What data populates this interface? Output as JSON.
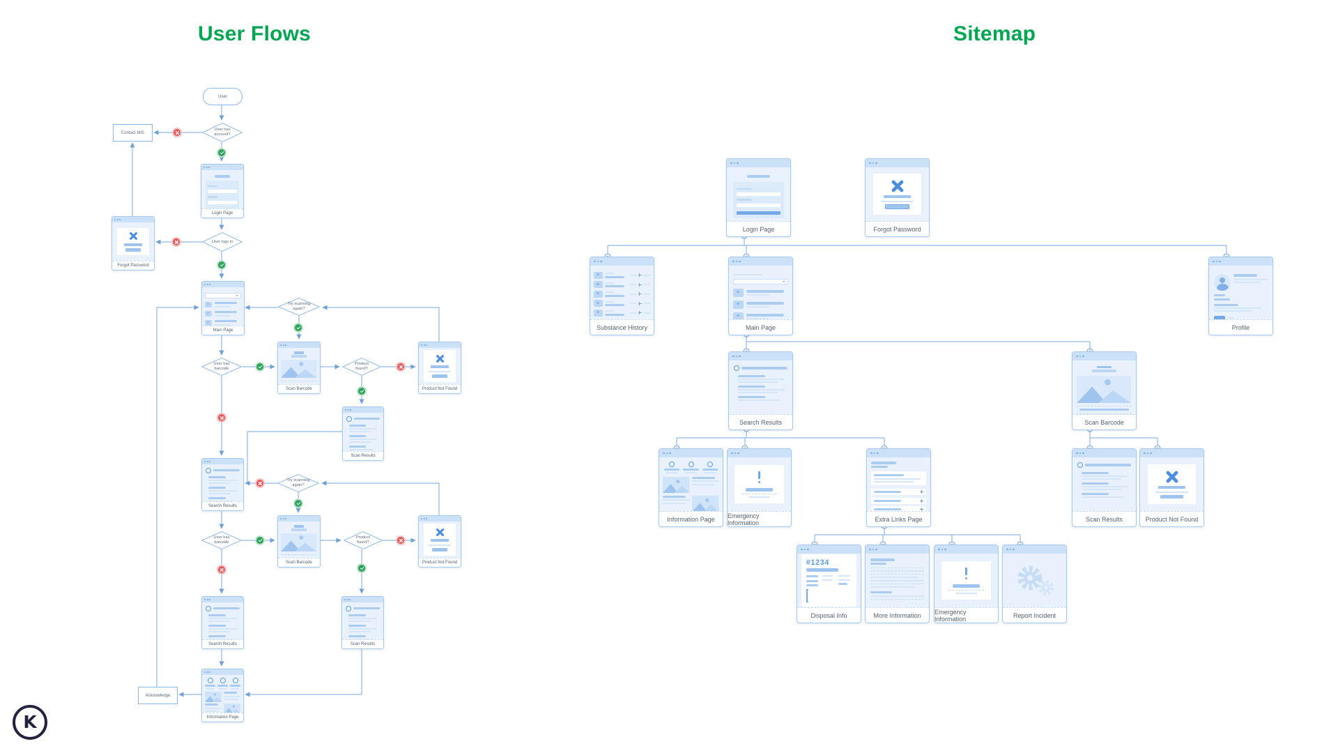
{
  "titles": {
    "left": "User Flows",
    "right": "Sitemap"
  },
  "colors": {
    "accent_green": "#00A651",
    "connector_blue": "#8FB8E8",
    "card_border": "#A9C9EC",
    "badge_yes_green": "#2EA45B",
    "badge_no_red": "#E85A5E",
    "logo_navy": "#23233F"
  },
  "flow": {
    "start": "User",
    "boxes": {
      "contact": "Contact MIS",
      "acknowledge": "Acknowledge"
    },
    "decisions": {
      "has_account": "User has account?",
      "logs_in": "User logs in",
      "try_again_1": "Try scanning again?",
      "has_barcode_1": "User has barcode",
      "product_found_1": "Product found?",
      "try_again_2": "Try scanning again?",
      "has_barcode_2": "User has barcode",
      "product_found_2": "Product found?"
    },
    "cards": {
      "login": "Login Page",
      "forgot": "Forgot Password",
      "main": "Main Page",
      "scan_barcode_1": "Scan Barcode",
      "product_not_found_1": "Product Not Found",
      "scan_results_1": "Scan Results",
      "search_results_1": "Search Results",
      "scan_barcode_2": "Scan Barcode",
      "product_not_found_2": "Product Not Found",
      "search_results_2": "Search Results",
      "scan_results_2": "Scan Results",
      "information": "Information Page"
    }
  },
  "sitemap": {
    "cards": {
      "login": "Login Page",
      "forgot": "Forgot Password",
      "substance_history": "Substance History",
      "main": "Main Page",
      "profile": "Profile",
      "search_results": "Search Results",
      "scan_barcode": "Scan Barcode",
      "information": "Information Page",
      "emergency_1": "Emergency Information",
      "extra_links": "Extra Links Page",
      "scan_results": "Scan Results",
      "product_not_found": "Product Not Found",
      "disposal": "Disposal Info",
      "more_info": "More Information",
      "emergency_2": "Emergency Information",
      "report": "Report Incident"
    },
    "disposal_heading": "#1234"
  },
  "logo": {
    "letter": "K"
  }
}
